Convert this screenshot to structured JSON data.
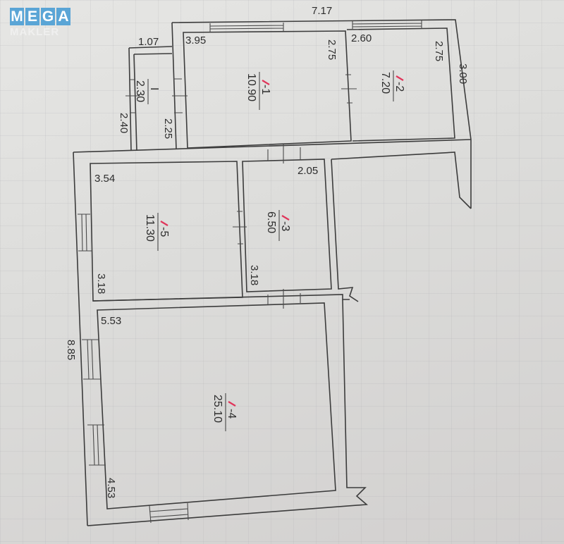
{
  "watermark": {
    "line1_letters": [
      "M",
      "E",
      "G",
      "A"
    ],
    "line2": "MAKLER",
    "brand_color": "#5aa5d6"
  },
  "plan": {
    "overall_dimensions": {
      "top_width": "7.17",
      "right_height": "3.00",
      "left_height": "8.85",
      "corridor_width": "1.07",
      "corridor_left": "2.40"
    },
    "rooms": [
      {
        "id": "1",
        "floor_label": "I",
        "number": "",
        "area": "2.30",
        "dims": [
          "1.07",
          "2.25"
        ]
      },
      {
        "id": "1-1",
        "floor_label": "I",
        "number": "-1",
        "area": "10.90",
        "dims": [
          "3.95",
          "2.75"
        ]
      },
      {
        "id": "1-2",
        "floor_label": "I",
        "number": "-2",
        "area": "7.20",
        "dims": [
          "2.60",
          "2.75"
        ]
      },
      {
        "id": "1-3",
        "floor_label": "I",
        "number": "-3",
        "area": "6.50",
        "dims": [
          "2.05",
          "3.18"
        ]
      },
      {
        "id": "1-4",
        "floor_label": "I",
        "number": "-4",
        "area": "25.10",
        "dims": [
          "5.53",
          "4.53"
        ]
      },
      {
        "id": "1-5",
        "floor_label": "I",
        "number": "-5",
        "area": "11.30",
        "dims": [
          "3.54",
          "3.18"
        ]
      }
    ],
    "colors": {
      "lines": "#3c3c3c",
      "annotation_mark": "#e0355a"
    }
  }
}
